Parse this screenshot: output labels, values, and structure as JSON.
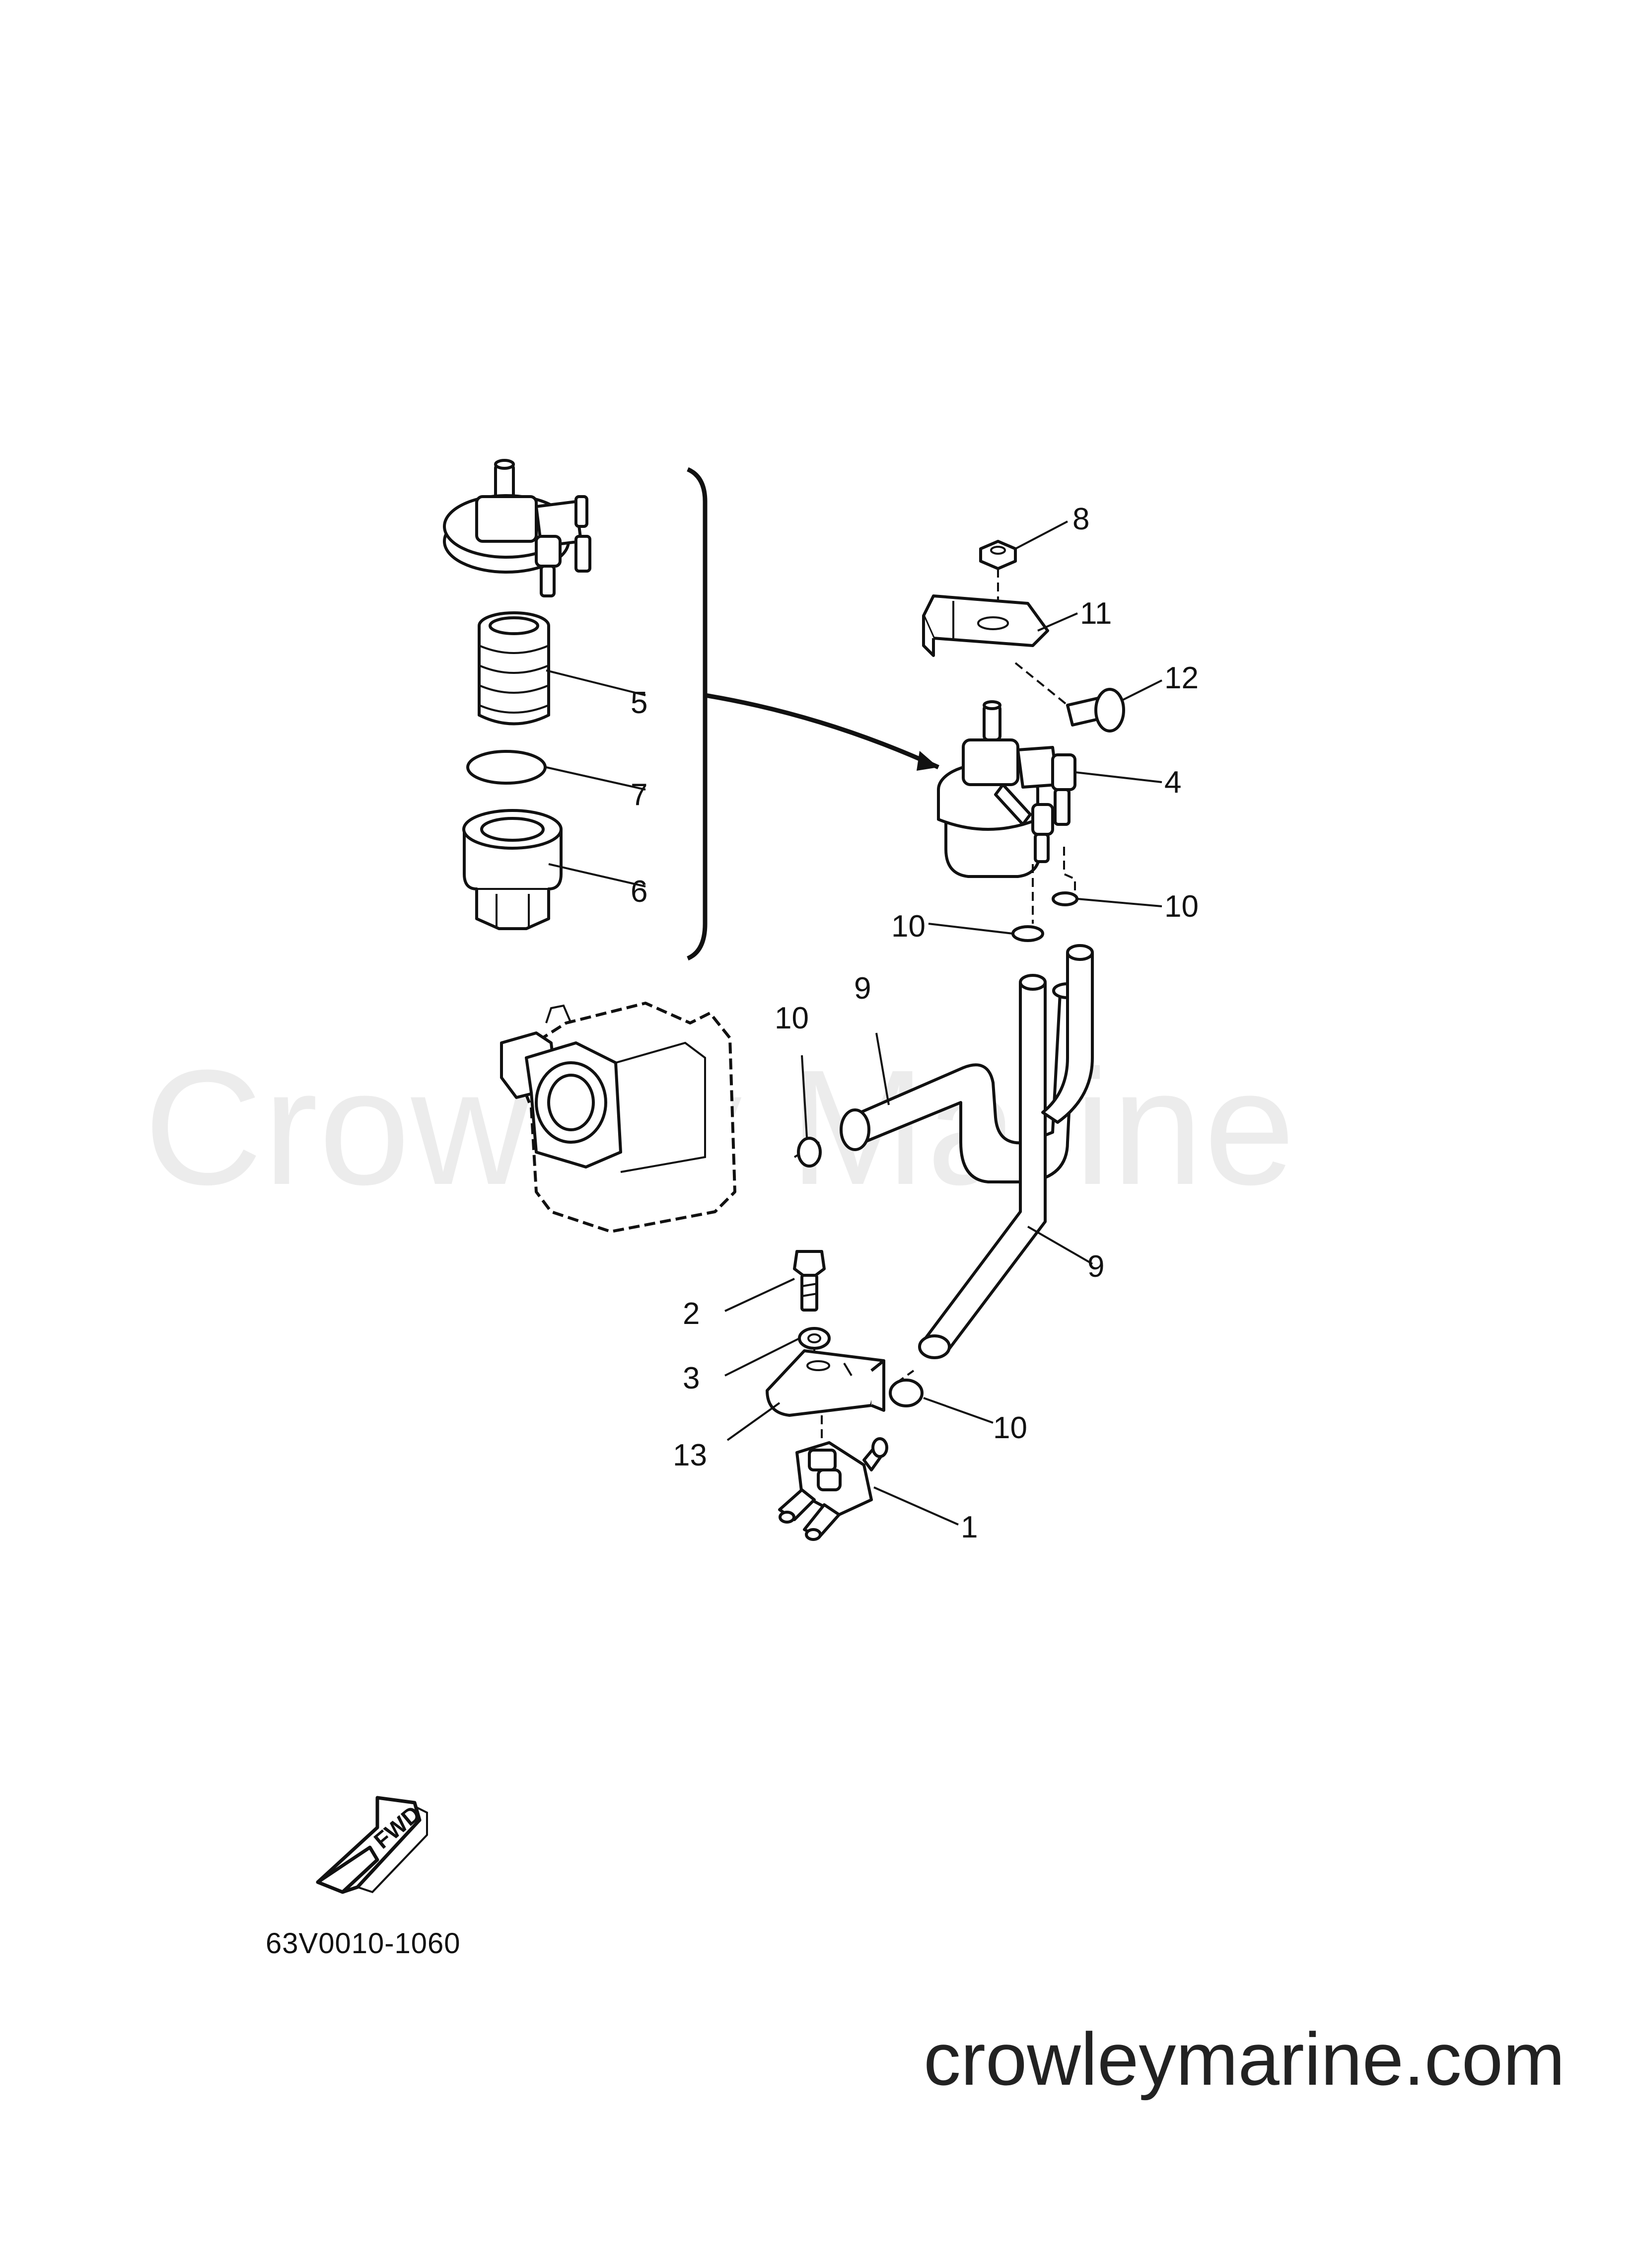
{
  "watermark": "Crowley Marine",
  "site_url": "crowleymarine.com",
  "diagram_code": "63V0010-1060",
  "fwd_label": "FWD",
  "callouts": {
    "c1": "1",
    "c2": "2",
    "c3": "3",
    "c4": "4",
    "c5": "5",
    "c6": "6",
    "c7": "7",
    "c8": "8",
    "c9a": "9",
    "c9b": "9",
    "c10a": "10",
    "c10b": "10",
    "c10c": "10",
    "c10d": "10",
    "c11": "11",
    "c12": "12",
    "c13": "13"
  }
}
